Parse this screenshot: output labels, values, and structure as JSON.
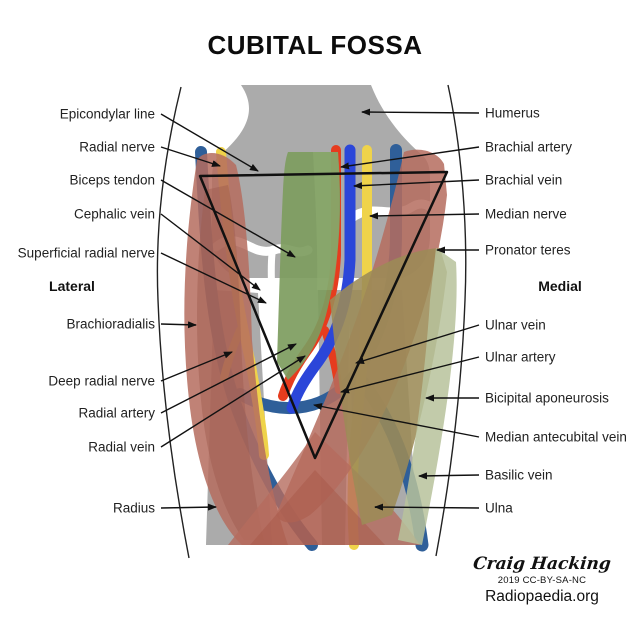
{
  "title": "CUBITAL FOSSA",
  "side_labels": {
    "lateral": "Lateral",
    "medial": "Medial"
  },
  "labels_left": [
    "Epicondylar line",
    "Radial nerve",
    "Biceps tendon",
    "Cephalic vein",
    "Superficial radial nerve",
    "Brachioradialis",
    "Deep radial nerve",
    "Radial artery",
    "Radial vein",
    "Radius"
  ],
  "labels_right": [
    "Humerus",
    "Brachial artery",
    "Brachial vein",
    "Median nerve",
    "Pronator teres",
    "Ulnar vein",
    "Ulnar artery",
    "Bicipital aponeurosis",
    "Median antecubital vein",
    "Basilic vein",
    "Ulna"
  ],
  "attribution": {
    "author": "Craig Hacking",
    "license": "2019 CC-BY-SA-NC",
    "site": "Radiopaedia.org"
  },
  "colors": {
    "bone": "#ababab",
    "muscle": "#b56c5e",
    "muscle_dark": "#9e5b4e",
    "tendon": "#7d9c5e",
    "tendon_light": "#8eac70",
    "aponeurosis": "#9c8b56",
    "aponeurosis_light": "#b7c29b",
    "nerve": "#efd34a",
    "artery": "#e63c1e",
    "vein_deep": "#2b46d9",
    "vein_superficial": "#2f5f99",
    "outline": "#111111"
  }
}
